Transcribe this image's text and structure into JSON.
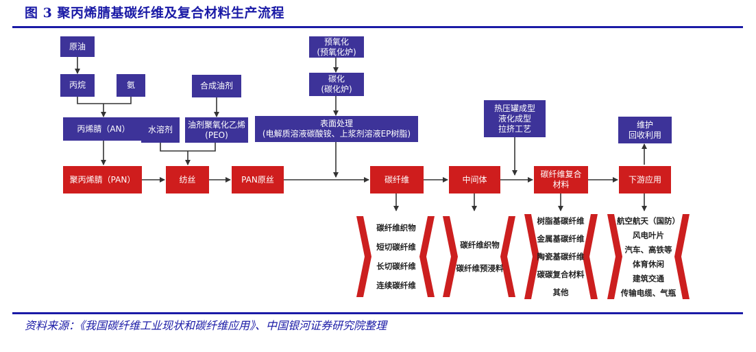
{
  "header": {
    "title": "图 3 聚丙烯腈基碳纤维及复合材料生产流程",
    "source": "资料来源：《我国碳纤维工业现状和碳纤维应用》、中国银河证券研究院整理"
  },
  "inputs": {
    "crude_oil": "原油",
    "propylene": "丙烷",
    "ammonia": "氨",
    "finishing_agent": "合成油剂",
    "acrylonitrile": "丙烯腈（AN）",
    "water_solvent": "水溶剂",
    "peo": "油剂聚氧化乙烯\n(PEO)",
    "pre_oxidation": "预氧化\n(预氧化炉)",
    "carbonization": "碳化\n(碳化炉)",
    "surface_treatment": "表面处理\n(电解质溶液碳酸铵、上浆剂溶液EP树脂)",
    "molding": "热压罐成型\n液化成型\n拉挤工艺",
    "recycling": "维护\n回收利用"
  },
  "main_flow": {
    "pan": "聚丙烯腈（PAN）",
    "spinning": "纺丝",
    "pan_precursor": "PAN原丝",
    "carbon_fiber": "碳纤维",
    "intermediate": "中间体",
    "composite": "碳纤维复合\n材料",
    "downstream": "下游应用"
  },
  "outputs": {
    "carbon_fiber_products": [
      "碳纤维织物",
      "短切碳纤维",
      "长切碳纤维",
      "连续碳纤维"
    ],
    "intermediate_products": [
      "碳纤维织物",
      "碳纤维预浸料"
    ],
    "composite_types": [
      "树脂基碳纤维",
      "金属基碳纤维",
      "陶瓷基碳纤维",
      "碳碳复合材料",
      "其他"
    ],
    "applications": [
      "航空航天（国防）",
      "风电叶片",
      "汽车、高铁等",
      "体育休闲",
      "建筑交通",
      "传输电缆、气瓶"
    ]
  },
  "colors": {
    "accent": "#1a1aa6",
    "input_box": "#3d3399",
    "process_box": "#cf1d1d",
    "arrow": "#333333"
  }
}
